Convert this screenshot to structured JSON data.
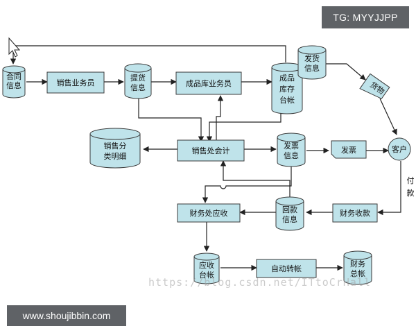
{
  "badges": {
    "tg": "TG: MYYJJPP",
    "site": "www.shoujibbin.com"
  },
  "watermark": "https://blog.csdn.net/ITtoCrHall",
  "colors": {
    "fill": "#bfe3ea",
    "stroke": "#3a3a3a",
    "line": "#222222"
  },
  "nodes": {
    "contract_info": [
      "合同",
      "信息"
    ],
    "sales_clerk": "销售业务员",
    "pickup_info": [
      "提货",
      "信息"
    ],
    "warehouse_clerk": "成品库业务员",
    "inventory_ledger": [
      "成品",
      "库存",
      "台帐"
    ],
    "shipping_info": [
      "发货",
      "信息"
    ],
    "goods": "货物",
    "sales_detail": [
      "销售分",
      "类明细"
    ],
    "sales_accounting": "销售处会计",
    "invoice_info": [
      "发票",
      "信息"
    ],
    "invoice": "发票",
    "customer": "客户",
    "finance_receivable": "财务处应收",
    "payment_info": [
      "回款",
      "信息"
    ],
    "finance_collection": "财务收款",
    "receivable_ledger": [
      "应收",
      "台帐"
    ],
    "auto_reconcile": "自动转帐",
    "general_ledger": [
      "财务",
      "总帐"
    ]
  },
  "edge_labels": {
    "payment": [
      "付",
      "款"
    ]
  }
}
